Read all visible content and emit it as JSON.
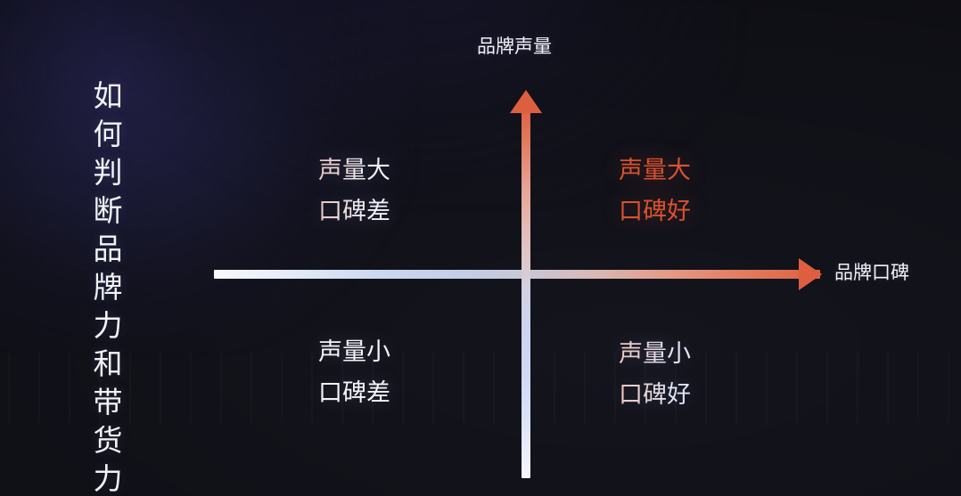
{
  "slide": {
    "title_vertical": "如何判断品牌力和带货力",
    "background_color": "#14141d",
    "glow_color": "#2e2c60"
  },
  "axes": {
    "vertical": {
      "label": "品牌声量",
      "arrow_direction": "up",
      "arrow_color": "#dd5f3f",
      "gradient_from": "#dd5f3f",
      "gradient_to": "#f6f8fd"
    },
    "horizontal": {
      "label": "品牌口碑",
      "arrow_direction": "right",
      "arrow_color": "#dd5f3f",
      "gradient_from": "#f7f9fd",
      "gradient_to": "#dd6141"
    }
  },
  "quadrants": {
    "top_left": {
      "line1": "声量大",
      "line2": "口碑差",
      "color": "#eef1fa"
    },
    "top_right": {
      "line1": "声量大",
      "line2": "口碑好",
      "color": "#da5230"
    },
    "bottom_left": {
      "line1": "声量小",
      "line2": "口碑差",
      "color": "#f4f5f9"
    },
    "bottom_right": {
      "line1": "声量小",
      "line2": "口碑好",
      "color": "#e3e9fa"
    }
  }
}
